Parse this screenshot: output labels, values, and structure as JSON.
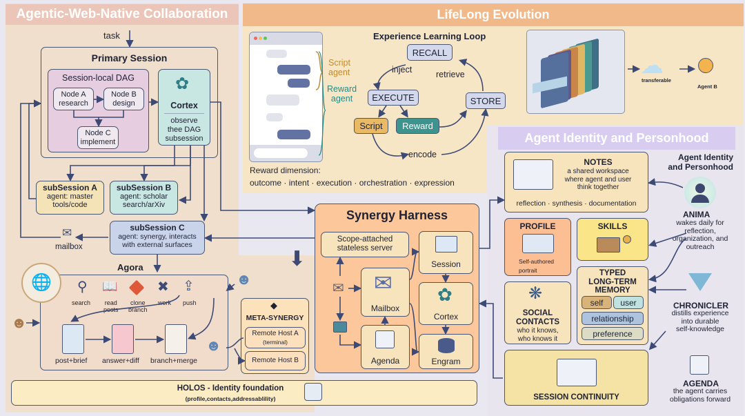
{
  "colors": {
    "page_bg": "#e9e7f0",
    "left_panel": "#efdfcc",
    "left_header": "#ebc6b8",
    "lifelong_header": "#f1b98a",
    "lifelong_panel": "#f7e6c6",
    "identity_header": "#d8cdf0",
    "synergy": "#fcc89b",
    "line": "#3c4a75"
  },
  "collab": {
    "title": "Agentic-Web-Native Collaboration",
    "task_label": "task",
    "primary_session": {
      "title": "Primary Session",
      "dag": {
        "title": "Session-local DAG",
        "node_a": [
          "Node A",
          "research"
        ],
        "node_b": [
          "Node B",
          "design"
        ],
        "node_c": [
          "Node C",
          "implement"
        ]
      },
      "cortex": {
        "title": "Cortex",
        "desc": [
          "observe",
          "thee DAG",
          "subsession"
        ]
      }
    },
    "subsession_a": {
      "title": "subSession A",
      "desc": [
        "agent: master",
        "tools/code"
      ]
    },
    "subsession_b": {
      "title": "subSession B",
      "desc": [
        "agent: scholar",
        "search/arXiv"
      ]
    },
    "subsession_c": {
      "title": "subSession C",
      "desc": [
        "agent: synergy, interacts",
        "with external surfaces"
      ]
    },
    "mailbox_label": "mailbox",
    "agora": {
      "title": "Agora",
      "steps": [
        "search",
        "read\nposts",
        "clone\nbranch",
        "work",
        "push"
      ],
      "artifacts": [
        "post+brief",
        "answer+diff",
        "branch+merge"
      ]
    },
    "meta_synergy": {
      "title": "META-SYNERGY",
      "host_a": [
        "Remote Host A",
        "(terminal)"
      ],
      "host_b": "Remote Host B"
    },
    "holos": {
      "title": "HOLOS - Identity foundation",
      "desc": "(profile,contacts,addressablility)"
    }
  },
  "lifelong": {
    "title": "LifeLong Evolution",
    "script_agent": [
      "Script",
      "agent"
    ],
    "reward_agent": [
      "Reward",
      "agent"
    ],
    "loop": {
      "title": "Experience Learning Loop",
      "recall": "RECALL",
      "execute": "EXECUTE",
      "store": "STORE",
      "script": "Script",
      "reward": "Reward",
      "inject": "inject",
      "retrieve": "retrieve",
      "encode": "encode"
    },
    "reward_dimension": {
      "label": "Reward dimension:",
      "values": "outcome · intent · execution · orchestration · expression"
    },
    "transferable": "transferable",
    "agent_b": "Agent B"
  },
  "identity": {
    "title": "Agent Identity and Personhood",
    "side_title": [
      "Agent Identity",
      "and Personhood"
    ],
    "notes": {
      "title": "NOTES",
      "desc": [
        "a shared workspace",
        "where agent and user",
        "think together"
      ],
      "footer": "reflection · synthesis · documentation"
    },
    "profile": {
      "title": "PROFILE",
      "desc": [
        "Self-authored",
        "portrait"
      ]
    },
    "skills": {
      "title": "SKILLS"
    },
    "memory": {
      "title": [
        "TYPED",
        "LONG-TERM",
        "MEMORY"
      ],
      "self": "self",
      "user": "user",
      "relationship": "relationship",
      "preference": "preference"
    },
    "social": {
      "title": [
        "SOCIAL",
        "CONTACTS"
      ],
      "desc": [
        "who it knows,",
        "who knows it"
      ]
    },
    "continuity": {
      "title": "SESSION CONTINUITY"
    },
    "anima": {
      "title": "ANIMA",
      "desc": [
        "wakes daily for",
        "reflection,",
        "organization, and",
        "outreach"
      ]
    },
    "chronicler": {
      "title": "CHRONICLER",
      "desc": [
        "distills experience",
        "into durable",
        "self-knowledge"
      ]
    },
    "agenda": {
      "title": "AGENDA",
      "desc": [
        "the agent carries",
        "obligations forward"
      ]
    }
  },
  "synergy": {
    "title": "Synergy  Harness",
    "scope": [
      "Scope-attached",
      "stateless server"
    ],
    "session": "Session",
    "mailbox": "Mailbox",
    "cortex": "Cortex",
    "agenda": "Agenda",
    "engram": "Engram"
  }
}
